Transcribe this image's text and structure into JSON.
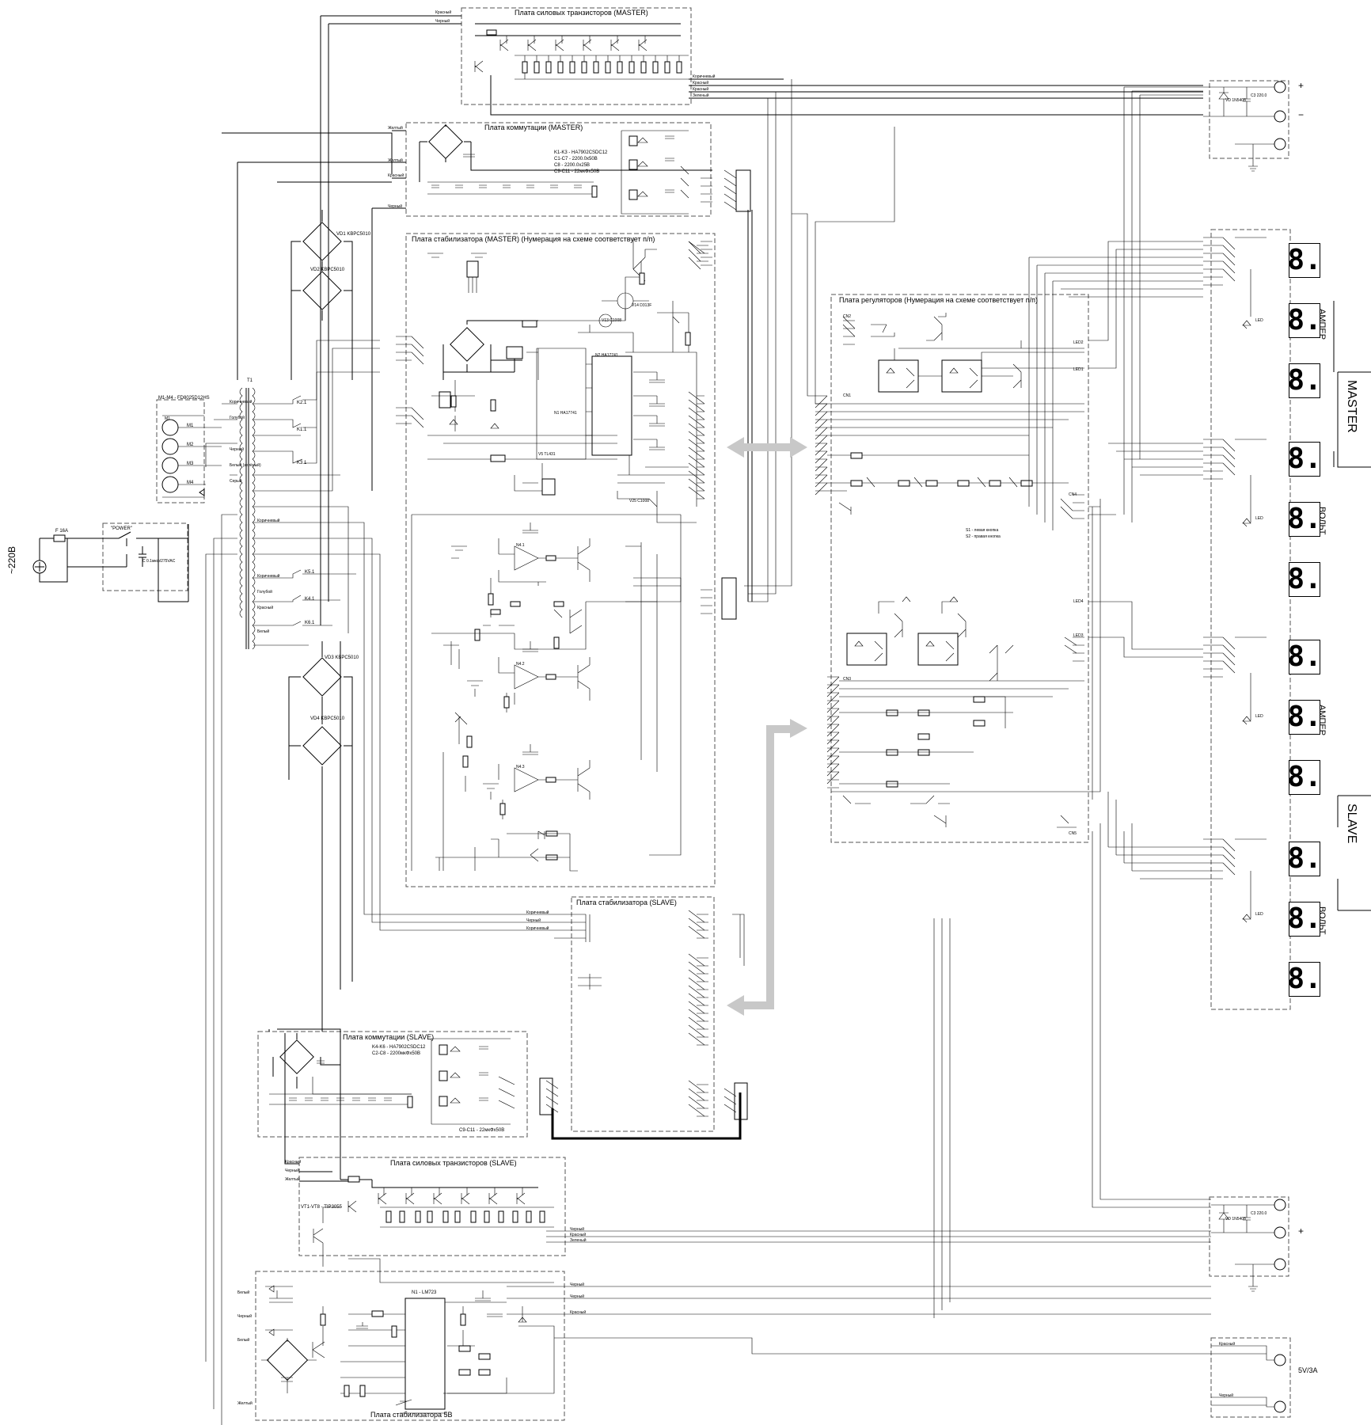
{
  "mains_label": "~220В",
  "fuse_label": "F 16A",
  "power_switch_label": "\"POWER\"",
  "mains_cap_label": "C 0.1мкф/275VAC",
  "transformer_label": "T1",
  "fans_label": "M1-M4 - FD8025D12HS",
  "fans": [
    "M1",
    "M2",
    "M3",
    "M4"
  ],
  "bridges": [
    {
      "ref": "VD1",
      "part": "KBPC5010"
    },
    {
      "ref": "VD2",
      "part": "KBPC5010"
    },
    {
      "ref": "VD3",
      "part": "KBPC5010"
    },
    {
      "ref": "VD4",
      "part": "KBPC5010"
    }
  ],
  "relay_contacts": [
    "K2.1",
    "K1.1",
    "K3.1",
    "K5.1",
    "K4.1",
    "K6.1"
  ],
  "wire_colors": [
    "Красный",
    "Черный",
    "Желтый",
    "Коричневый",
    "Голубой",
    "Белый",
    "Зеленый",
    "Белый (зелёный)",
    "Серый"
  ],
  "boards": {
    "power_master": "Плата силовых транзисторов (MASTER)",
    "switch_master": "Плата коммутации (MASTER)",
    "stab_master": "Плата стабилизатора (MASTER) (Нумерация на схеме соответствует п/п)",
    "regulators": "Плата регуляторов  (Нумерация на схеме соответствует п/п)",
    "stab_slave": "Плата стабилизатора (SLAVE)",
    "switch_slave": "Плата коммутации (SLAVE)",
    "power_slave": "Плата силовых транзисторов (SLAVE)",
    "stab_5v": "Плата стабилизатора 5В"
  },
  "switch_master_notes": [
    "K1-K3 - HA7902CSDC12",
    "C1-C7 - 2200.0x50В",
    "C8 - 2200.0x25В",
    "C9-C11 - 22мкФх50В"
  ],
  "switch_slave_notes": [
    "K4-K6 - HA7902CSDC12",
    "C2-C8 - 2200мкФх50В",
    "C9-C11 - 22мкФх50В"
  ],
  "power_slave_notes": [
    "VT1-VT8 - TIP3055"
  ],
  "stab_5v_notes": [
    "N1 - LM723"
  ],
  "outputs": {
    "plus": "+",
    "minus": "−",
    "master_diode": "VD 1N5408",
    "master_cap": "C3 220.0",
    "slave_diode": "VD 1N5408",
    "slave_cap": "C3 220.0",
    "v5_label": "5V/3A"
  },
  "displays": {
    "digit": "8.",
    "amp_label": "АМПЕР",
    "volt_label": "ВОЛЬТ",
    "master_label": "MASTER",
    "slave_label": "SLAVE",
    "led_label": "LED"
  },
  "regulator_connectors": [
    "CN1",
    "CN2",
    "CN3",
    "CN4",
    "CN5"
  ],
  "regulator_leds": [
    "LED1",
    "LED2",
    "LED3",
    "LED4"
  ],
  "regulator_notes": [
    "S1 - левая кнопка",
    "S2 - правая кнопка"
  ],
  "stab_master_parts": [
    "N1 HA17741",
    "N2 HA17741",
    "V5 TL431",
    "V14 D313F",
    "V13 C1008",
    "V25 C1008"
  ],
  "slave_opamps": [
    "N4.1",
    "N4.2",
    "N4.3"
  ]
}
